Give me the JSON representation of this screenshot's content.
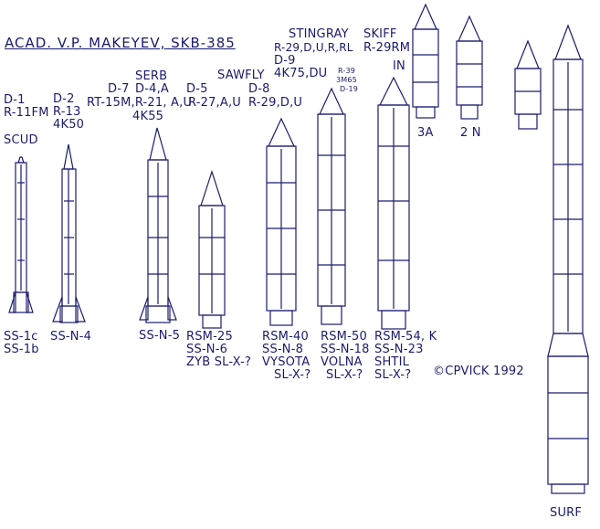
{
  "title": "ACAD. V.P. MAKEYEV, SKB-385",
  "groups": {
    "scud": {
      "designations": [
        "D-1",
        "R-11FM"
      ],
      "name": "SCUD",
      "nato": [
        "SS-1c",
        "SS-1b"
      ]
    },
    "d2": {
      "designations": [
        "D-2",
        "R-13",
        "4K50"
      ],
      "nato": [
        "SS-N-4"
      ]
    },
    "serb": {
      "name": "SERB",
      "designations_a": "D-7",
      "designations_b": "D-4,A",
      "designations_c": "RT-15M,R-21, A,U",
      "designations_d": "4K55",
      "nato": [
        "SS-N-5"
      ]
    },
    "d5": {
      "designations": [
        "D-5",
        "R-27,A,U"
      ],
      "nato": [
        "RSM-25",
        "SS-N-6",
        "ZYB SL-X-?"
      ]
    },
    "sawfly": {
      "name": "SAWFLY",
      "designations": [
        "D-8",
        "R-29,D,U"
      ],
      "nato": [
        "RSM-40",
        "SS-N-8",
        "VYSOTA",
        "SL-X-?"
      ]
    },
    "stingray": {
      "name": "STINGRAY",
      "designations": [
        "R-29,D,U,R,RL",
        "D-9",
        "4K75,DU"
      ],
      "small": [
        "R-39",
        "3M65",
        "D-19"
      ],
      "nato": [
        "RSM-50",
        "SS-N-18",
        "VOLNA",
        "SL-X-?"
      ]
    },
    "skiff": {
      "name": "SKIFF",
      "designations": [
        "R-29RM",
        "IN"
      ],
      "nato": [
        "RSM-54, K",
        "SS-N-23",
        "SHTIL",
        "SL-X-?"
      ]
    },
    "upper_stages": [
      "3A",
      "2 N"
    ],
    "surf": {
      "name": "SURF"
    },
    "credit": "©CPVICK 1992"
  }
}
